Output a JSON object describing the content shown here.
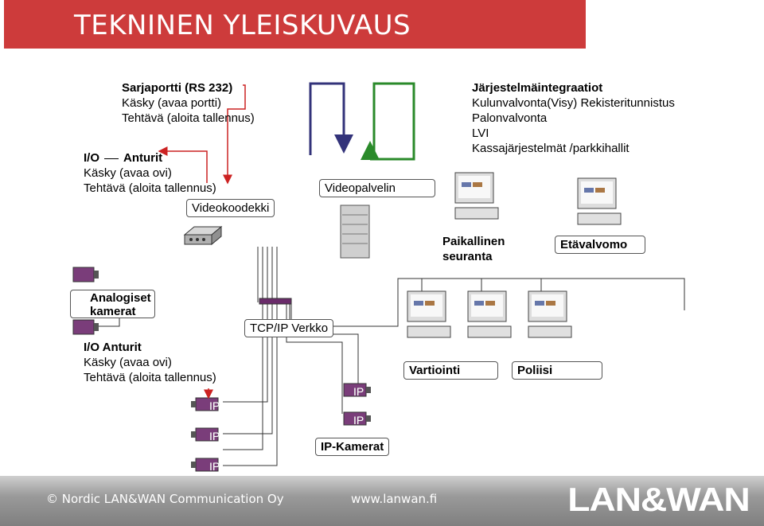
{
  "title": "TEKNINEN YLEISKUVAUS",
  "serial": {
    "heading": "Sarjaportti (RS 232)",
    "line1": "Käsky   (avaa portti)",
    "line2": "Tehtävä  (aloita tallennus)"
  },
  "io_top": {
    "heading": "I/O",
    "heading2": "Anturit",
    "line1": "Käsky (avaa ovi)",
    "line2": "Tehtävä  (aloita tallennus)"
  },
  "videokoodekki": "Videokoodekki",
  "videopalvelin": "Videopalvelin",
  "integrations": {
    "heading": "Järjestelmäintegraatiot",
    "lines": [
      "Kulunvalvonta(Visy) Rekisteritunnistus",
      "Palonvalvonta",
      "LVI",
      "Kassajärjestelmät /parkkihallit"
    ]
  },
  "paikallinen": {
    "line1": "Paikallinen",
    "line2": "seuranta"
  },
  "etavalvomo": "Etävalvomo",
  "analog": {
    "line1": "Analogiset",
    "line2": "kamerat"
  },
  "tcpip": "TCP/IP Verkko",
  "io_bottom": {
    "heading": "I/O Anturit",
    "line1": "Käsky (avaa ovi)",
    "line2": "Tehtävä  (aloita tallennus)"
  },
  "vartiointi": "Vartiointi",
  "poliisi": "Poliisi",
  "ip_label": "IP",
  "ip_kamerat": "IP-Kamerat",
  "footer": {
    "copyright": "© Nordic LAN&WAN Communication Oy",
    "url": "www.lanwan.fi",
    "logo": "LAN&WAN"
  },
  "colors": {
    "title_bg": "#cd3b3b",
    "camera": "#7a3d7a",
    "arrow_red": "#cc2222",
    "arrow_blue": "#33337a",
    "arrow_green": "#2a8a2a"
  }
}
